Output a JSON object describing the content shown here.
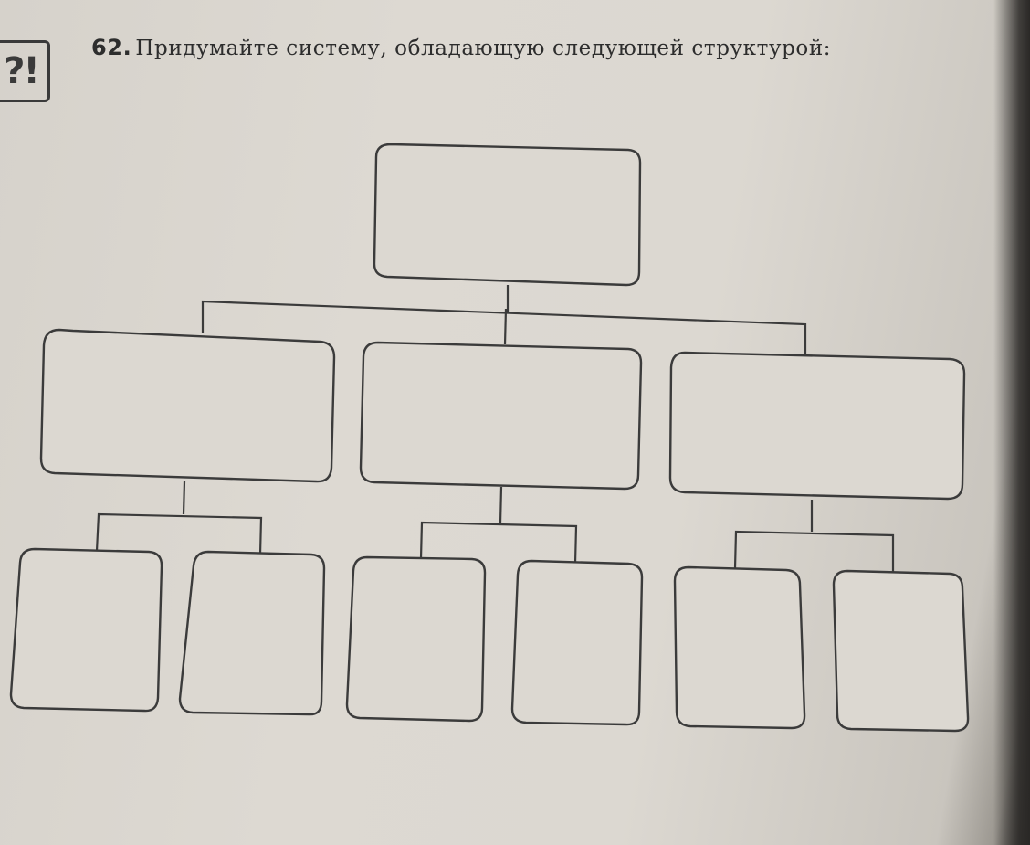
{
  "badge": "?!",
  "task": {
    "number": "62.",
    "text": "Придумайте систему, обладающую следующей структурой:"
  },
  "diagram": {
    "type": "tree",
    "root": {
      "label": "",
      "children": [
        {
          "label": "",
          "children": [
            {
              "label": ""
            },
            {
              "label": ""
            }
          ]
        },
        {
          "label": "",
          "children": [
            {
              "label": ""
            },
            {
              "label": ""
            }
          ]
        },
        {
          "label": "",
          "children": [
            {
              "label": ""
            },
            {
              "label": ""
            }
          ]
        }
      ]
    }
  }
}
